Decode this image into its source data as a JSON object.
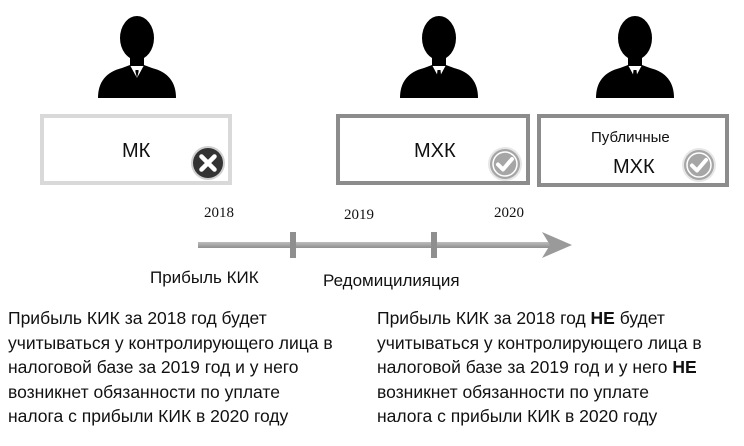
{
  "stages": [
    {
      "label": "МК",
      "sublabel": "",
      "badge": "cross",
      "person_icon": "person-in-suit-icon",
      "badge_icon": "cross-circle-icon"
    },
    {
      "label": "МХК",
      "sublabel": "",
      "badge": "check",
      "person_icon": "person-in-suit-icon",
      "badge_icon": "check-circle-icon"
    },
    {
      "label": "МХК",
      "sublabel": "Публичные",
      "badge": "check",
      "person_icon": "person-in-suit-icon",
      "badge_icon": "check-circle-icon"
    }
  ],
  "timeline": {
    "years": [
      "2018",
      "2019",
      "2020"
    ],
    "events": [
      "Прибыль КИК",
      "Редомицилияция"
    ],
    "arrow_icon": "timeline-arrow-icon"
  },
  "descriptions": {
    "left": {
      "lines": [
        "Прибыль КИК за 2018 год будет",
        "учитываться у контролирующего лица в",
        "налоговой базе за 2019 год и у него",
        "возникнет обязанности по уплате",
        "налога с прибыли КИК в 2020 году"
      ]
    },
    "right": {
      "line1_pre": "Прибыль КИК за 2018 год ",
      "line1_bold": "НЕ",
      "line1_post": " будет",
      "line2": "учитываться у контролирующего лица в",
      "line3_pre": "налоговой базе за 2019 год и у него ",
      "line3_bold": "НЕ",
      "line4": "возникнет обязанности по уплате",
      "line5": "налога с прибыли КИК в 2020 году"
    }
  },
  "colors": {
    "box_border_light": "#d9d9d9",
    "box_border_dark": "#8c8c8c",
    "timeline": "#999999",
    "badge_cross_fill": "#333333",
    "badge_check_fill": "#a6a6a6",
    "silhouette": "#000000"
  }
}
